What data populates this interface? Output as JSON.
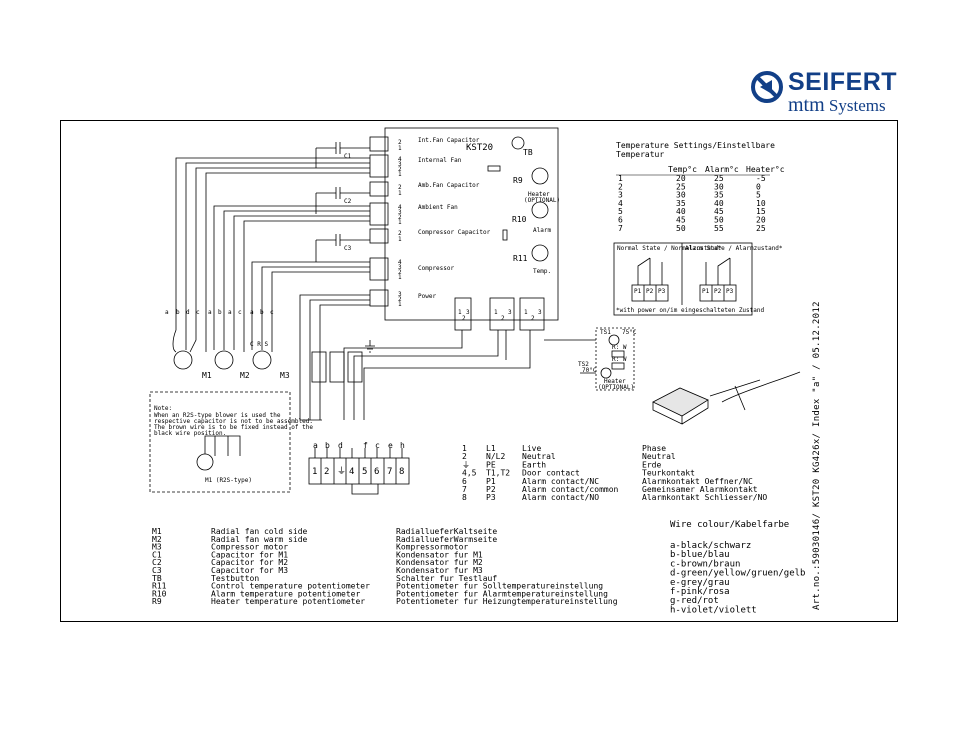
{
  "logo": {
    "brand": "SEIFERT",
    "sub_a": "mtm",
    "sub_b": "Systems"
  },
  "controller": {
    "name": "KST20",
    "test_button": "TB",
    "r9": "R9",
    "r10": "R10",
    "r11": "R11",
    "heater_label": "Heater",
    "optional": "(OPTIONAL)",
    "alarm_label": "Alarm",
    "temp_label": "Temp."
  },
  "connectors": [
    {
      "pins": [
        "2",
        "1"
      ],
      "label": "Int.Fan Capacitor"
    },
    {
      "pins": [
        "4",
        "3",
        "2",
        "1"
      ],
      "label": "Internal Fan"
    },
    {
      "pins": [
        "2",
        "1"
      ],
      "label": "Amb.Fan Capacitor"
    },
    {
      "pins": [
        "4",
        "3",
        "2",
        "1"
      ],
      "label": "Ambient Fan"
    },
    {
      "pins": [
        "2",
        "1"
      ],
      "label": "Compressor Capacitor"
    },
    {
      "pins": [
        "4",
        "3",
        "2",
        "1"
      ],
      "label": "Compressor"
    },
    {
      "pins": [
        "3",
        "2",
        "1"
      ],
      "label": "Power"
    }
  ],
  "caps": [
    "C1",
    "C2",
    "C3"
  ],
  "motors": [
    "M1",
    "M2",
    "M3"
  ],
  "motor_wires": [
    [
      "a",
      "b",
      "d",
      "c"
    ],
    [
      "a",
      "b",
      "a",
      "c"
    ],
    [
      "a",
      "b",
      "c"
    ]
  ],
  "m3_sub": "C R S",
  "relays": [
    [
      "1",
      "2",
      "3"
    ],
    [
      "1",
      "2",
      "3"
    ],
    [
      "1",
      "2",
      "3"
    ]
  ],
  "relay_pins": [
    "P1",
    "P2",
    "P3"
  ],
  "note": {
    "title": "Note:",
    "lines": [
      "When an R2S-type blower is used the",
      "respective capacitor is not to be assembled.",
      "The brown wire is to be fixed instead of the",
      "black wire position."
    ],
    "motor_label": "M1 (R2S-type)"
  },
  "thermo": {
    "ts1": "TS1",
    "ts1_temp": "75°C",
    "ts2": "TS2",
    "ts2_temp": "70°C",
    "heater_label": "Heater",
    "optional": "(OPTIONAL)",
    "res1": "R: W",
    "res2": "R: W"
  },
  "temp_table": {
    "title": "Temperature Settings/Einstellbare",
    "subtitle": "Temperatur",
    "headers": [
      "",
      "Temp°c",
      "Alarm°c",
      "Heater°c"
    ],
    "rows": [
      [
        "1",
        "20",
        "25",
        "-5"
      ],
      [
        "2",
        "25",
        "30",
        "0"
      ],
      [
        "3",
        "30",
        "35",
        "5"
      ],
      [
        "4",
        "35",
        "40",
        "10"
      ],
      [
        "5",
        "40",
        "45",
        "15"
      ],
      [
        "6",
        "45",
        "50",
        "20"
      ],
      [
        "7",
        "50",
        "55",
        "25"
      ]
    ]
  },
  "state_box": {
    "normal": "Normal State / Normalzustand*",
    "alarm": "Alarm State / Alarmzustand*",
    "pins": [
      "P1",
      "P2",
      "P3"
    ],
    "footnote": "*with power on/im eingeschalteten Zustand"
  },
  "terminals": {
    "wire_letters": [
      "a",
      "b",
      "d",
      "f",
      "c",
      "e",
      "h"
    ],
    "numbers": [
      "1",
      "2",
      "⏚",
      "4",
      "5",
      "6",
      "7",
      "8"
    ]
  },
  "terminal_legend": [
    [
      "1",
      "L1",
      "Live",
      "Phase"
    ],
    [
      "2",
      "N/L2",
      "Neutral",
      "Neutral"
    ],
    [
      "⏚",
      "PE",
      "Earth",
      "Erde"
    ],
    [
      "4,5",
      "T1,T2",
      "Door contact",
      "Teurkontakt"
    ],
    [
      "6",
      "P1",
      "Alarm contact/NC",
      "Alarmkontakt Oeffner/NC"
    ],
    [
      "7",
      "P2",
      "Alarm contact/common",
      "Gemeinsamer Alarmkontakt"
    ],
    [
      "8",
      "P3",
      "Alarm contact/NO",
      "Alarmkontakt Schliesser/NO"
    ]
  ],
  "component_legend": [
    [
      "M1",
      "Radial fan cold side",
      "RadiallueferKaltseite"
    ],
    [
      "M2",
      "Radial fan warm side",
      "RadiallueferWarmseite"
    ],
    [
      "M3",
      "Compressor motor",
      "Kompressormotor"
    ],
    [
      "C1",
      "Capacitor for M1",
      "Kondensator fur M1"
    ],
    [
      "C2",
      "Capacitor for M2",
      "Kondensator fur M2"
    ],
    [
      "C3",
      "Capacitor for M3",
      "Kondensator fur M3"
    ],
    [
      "TB",
      "Testbutton",
      "Schalter fur Testlauf"
    ],
    [
      "R11",
      "Control temperature potentiometer",
      "Potentiometer fur Solltemperatureinstellung"
    ],
    [
      "R10",
      "Alarm temperature potentiometer",
      "Potentiometer fur Alarmtemperatureinstellung"
    ],
    [
      "R9",
      "Heater temperature potentiometer",
      "Potentiometer fur Heizungtemperatureinstellung"
    ]
  ],
  "wire_colours": {
    "title": "Wire colour/Kabelfarbe",
    "items": [
      "a-black/schwarz",
      "b-blue/blau",
      "c-brown/braun",
      "d-green/yellow/gruen/gelb",
      "e-grey/grau",
      "f-pink/rosa",
      "g-red/rot",
      "h-violet/violett"
    ]
  },
  "side_text": "Art.no.:59030146/ KST20 KG426x/ Index \"a\" / 05.12.2012",
  "colors": {
    "brand": "#123f87",
    "line": "#000000"
  }
}
